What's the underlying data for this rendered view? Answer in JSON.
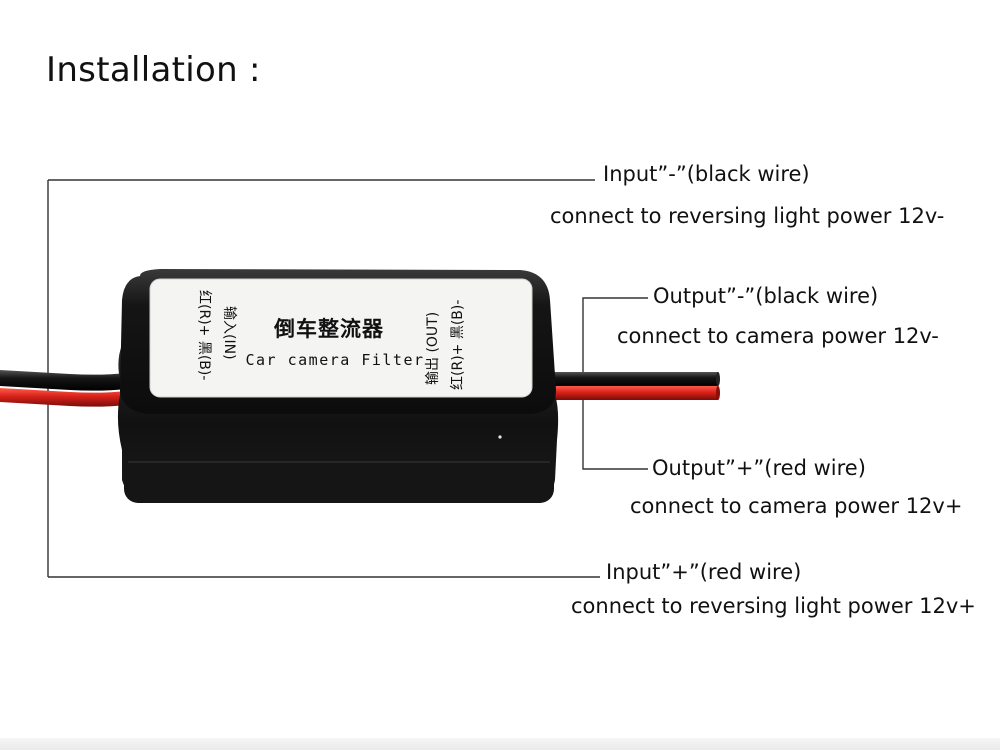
{
  "title": "Installation :",
  "device": {
    "chinese_title": "倒车整流器",
    "english_title": "Car camera Filter",
    "input_port_label": "输入(IN)",
    "input_wires_label": "红(R)+ 黑(B)-",
    "output_port_label": "输出 (OUT)",
    "output_wires_label": "红(R)+ 黑(B)-"
  },
  "callouts": [
    {
      "heading": "Input”-”(black wire)",
      "detail": "connect to reversing light power 12v-"
    },
    {
      "heading": "Output”-”(black wire)",
      "detail": "connect to camera power 12v-"
    },
    {
      "heading": "Output”+”(red wire)",
      "detail": "connect to camera power 12v+"
    },
    {
      "heading": "Input”+”(red wire)",
      "detail": "connect to reversing light power 12v+"
    }
  ],
  "colors": {
    "housing": "#141414",
    "label_face": "#f4f4f2",
    "red_wire": "#d8221a",
    "black_wire": "#111111",
    "leader_line": "#333333"
  }
}
